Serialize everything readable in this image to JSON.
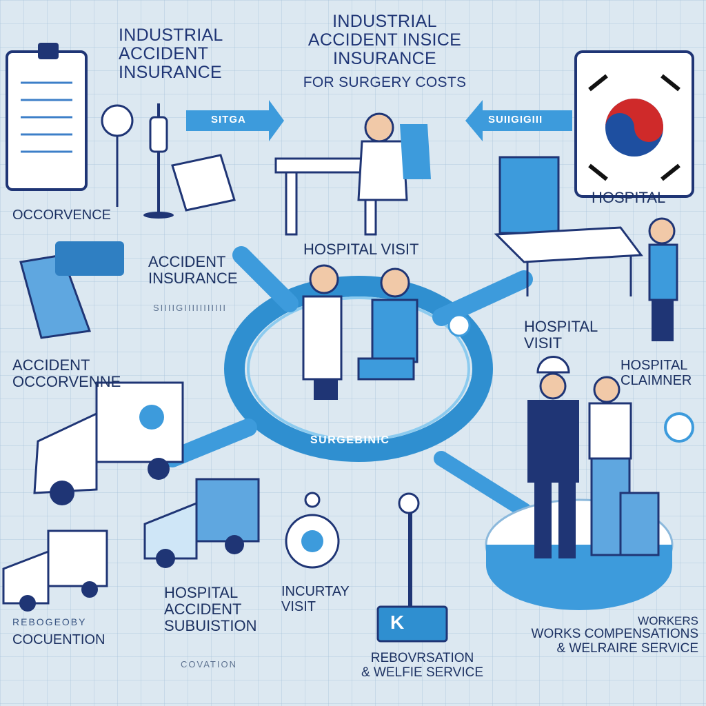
{
  "titles": {
    "left": [
      "INDUSTRIAL",
      "ACCIDENT",
      "INSURANCE"
    ],
    "center": [
      "INDUSTRIAL",
      "ACCIDENT INSICE",
      "INSURANCE"
    ],
    "center_sub": "FOR SURGERY COSTS"
  },
  "arrows": {
    "left_label": "SITGA",
    "right_label": "SUIIGIGIII"
  },
  "labels": {
    "occorvence": "OCCORVENCE",
    "hospital_top_right": "HOSPITAL",
    "hospital_visit_center": "HOSPITAL VISIT",
    "accident_insurance": [
      "ACCIDENT",
      "INSURANCE"
    ],
    "faint_line": "SIIIIGIIIIIIIIIII",
    "accident_occorvenn": [
      "ACCIDENT",
      "OCCORVENNE"
    ],
    "hospital_visit_right": [
      "HOSPITAL",
      "VISIT"
    ],
    "hospital_claimner": [
      "HOSPITAL",
      "CLAIMNER"
    ],
    "ring_label": "SURGEBINIC",
    "hospital_accident_subuistion": [
      "HOSPITAL",
      "ACCIDENT",
      "SUBUISTION"
    ],
    "incurtay_visit": [
      "INCURTAY",
      "VISIT"
    ],
    "rebogeoby": "REBOGEOBY",
    "cocuention": "COCUENTION",
    "covation": "COVATION",
    "renovsation": [
      "REBOVRSATION",
      "& WELFIE SERVICE"
    ],
    "workers": [
      "WORKERS",
      "WORKS COMPENSATIONS",
      "& WELRAIRE SERVICE"
    ],
    "kiosk_text": "K"
  },
  "colors": {
    "background": "#dce8f1",
    "primary_blue": "#2f8fd0",
    "dark_navy": "#1f3575",
    "accent_red": "#cf2a2a"
  },
  "icons": [
    "clipboard-icon",
    "iv-drip-icon",
    "stretcher-icon",
    "doctor-desk-icon",
    "korean-flag-icon",
    "laptop-desk-icon",
    "cycle-ring-icon",
    "truck-icon",
    "worker-couple-icon",
    "stethoscope-icon",
    "kiosk-icon"
  ]
}
